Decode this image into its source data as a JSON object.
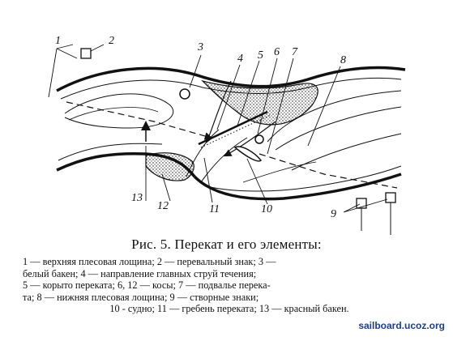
{
  "labels": {
    "l1": "1",
    "l2": "2",
    "l3": "3",
    "l4": "4",
    "l5": "5",
    "l6": "6",
    "l7": "7",
    "l8": "8",
    "l9": "9",
    "l10": "10",
    "l11": "11",
    "l12": "12",
    "l13": "13"
  },
  "caption": {
    "title": "Рис. 5. Перекат и его элементы:",
    "lines": [
      "1 — верхняя плесовая лощина; 2 — перевальный знак; 3 —",
      "белый бакен; 4 — направление главных струй течения;",
      "5 — корыто переката; 6, 12 — косы; 7 — подвалье перека-",
      "та; 8 — нижняя плесовая лощина; 9 — створные знаки;",
      "10 - судно; 11 — гребень переката; 13 — красный бакен."
    ]
  },
  "watermark": "sailboard.ucoz.org",
  "colors": {
    "ink": "#111111",
    "watermark": "#1c3f8c"
  }
}
